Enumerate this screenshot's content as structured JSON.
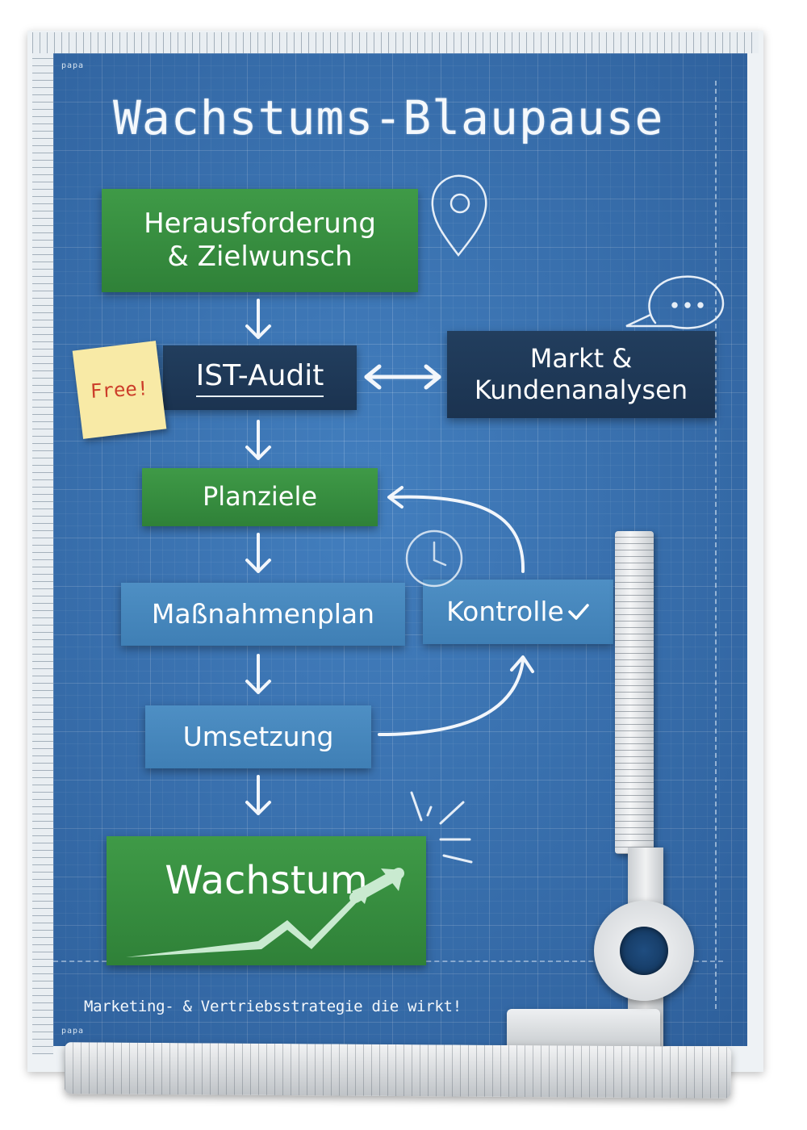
{
  "title": "Wachstums-Blaupause",
  "boxes": {
    "challenge": "Herausforderung\n& Zielwunsch",
    "audit": "IST-Audit",
    "market": "Markt &\nKundenanalysen",
    "goals": "Planziele",
    "actions": "Maßnahmenplan",
    "control": "Kontrolle",
    "implementation": "Umsetzung",
    "growth": "Wachstum"
  },
  "note": "Free!",
  "tagline": "Marketing- & Vertriebsstrategie die wirkt!",
  "corner_marks": [
    "papa",
    "papa"
  ],
  "colors": {
    "board": "#3b77b8",
    "green_box": "#338a3c",
    "navy_box": "#1e3956",
    "light_blue_box": "#4686bc",
    "sticky_note": "#f8eaa6",
    "note_text": "#cc3d2a"
  },
  "icons": [
    "location-pin-icon",
    "speech-bubble-icon",
    "clock-icon",
    "checkmark-icon",
    "growth-arrow-icon",
    "sparkle-lines-icon"
  ]
}
